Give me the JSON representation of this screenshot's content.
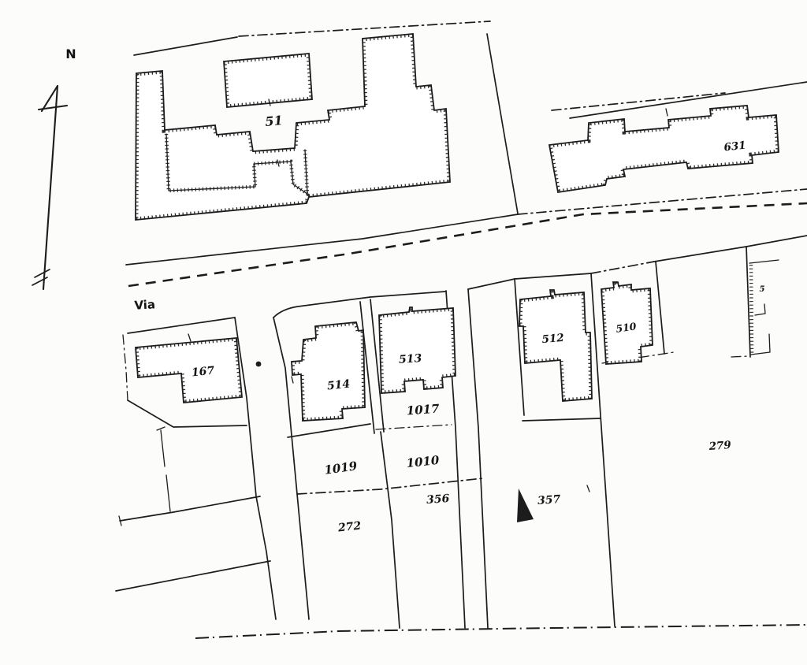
{
  "map": {
    "north_indicator": {
      "label": "N"
    },
    "street": {
      "label": "Via"
    },
    "building_labels": {
      "b51": "51",
      "b631": "631",
      "b167": "167",
      "b514": "514",
      "b513": "513",
      "b512": "512",
      "b510": "510"
    },
    "parcel_labels": {
      "p1017": "1017",
      "p1019": "1019",
      "p1010": "1010",
      "p356": "356",
      "p357": "357",
      "p272": "272",
      "p279": "279"
    },
    "edge_fragment_label": "5"
  },
  "colors": {
    "ink": "#1c1c1c",
    "paper": "#fcfcfb"
  }
}
